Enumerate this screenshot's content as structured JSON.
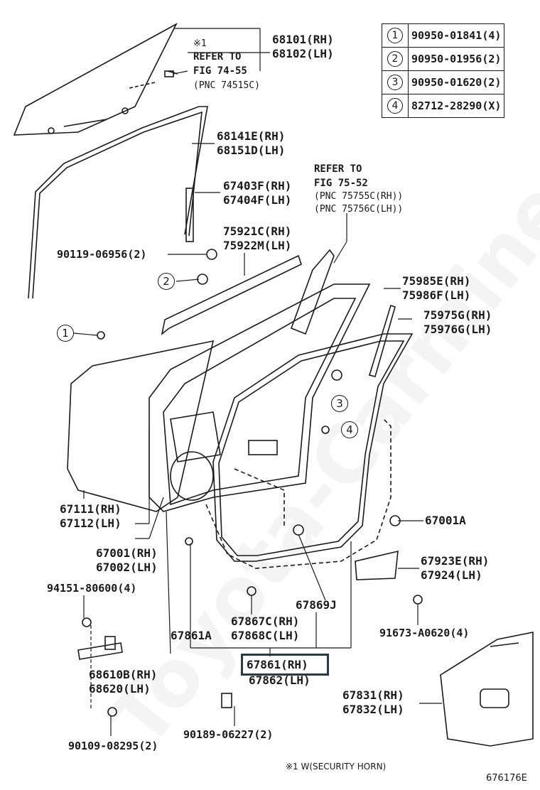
{
  "legend": [
    {
      "num": "1",
      "part": "90950-01841(4)"
    },
    {
      "num": "2",
      "part": "90950-01956(2)"
    },
    {
      "num": "3",
      "part": "90950-01620(2)"
    },
    {
      "num": "4",
      "part": "82712-28290(X)"
    }
  ],
  "labels": {
    "glass_rh": "68101(RH)",
    "glass_lh": "68102(LH)",
    "note_mark": "※1",
    "refer1_a": "REFER TO",
    "refer1_b": "FIG 74-55",
    "refer1_c": "(PNC 74515C)",
    "run_rh": "68141E(RH)",
    "run_lh": "68151D(LH)",
    "refer2_a": "REFER TO",
    "refer2_b": "FIG 75-52",
    "refer2_c": "(PNC 75755C(RH))",
    "refer2_d": "(PNC 75756C(LH))",
    "chan_rh": "67403F(RH)",
    "chan_lh": "67404F(LH)",
    "mold_rh": "75921C(RH)",
    "mold_lh": "75922M(LH)",
    "bolt_90119": "90119-06956(2)",
    "m75985": "75985E(RH)",
    "m75986": "75986F(LH)",
    "m75975": "75975G(RH)",
    "m75976": "75976G(LH)",
    "panel_rh": "67111(RH)",
    "panel_lh": "67112(LH)",
    "p67001a": "67001A",
    "door_rh": "67001(RH)",
    "door_lh": "67002(LH)",
    "p94151": "94151-80600(4)",
    "p67923": "67923E(RH)",
    "p67924": "67924(LH)",
    "p67869": "67869J",
    "p67867": "67867C(RH)",
    "p67868": "67868C(LH)",
    "p67861a": "67861A",
    "p67861": "67861(RH)",
    "p67862": "67862(LH)",
    "p91673": "91673-A0620(4)",
    "p68610": "68610B(RH)",
    "p68620": "68620(LH)",
    "p67831": "67831(RH)",
    "p67832": "67832(LH)",
    "p90109": "90109-08295(2)",
    "p90189": "90189-06227(2)",
    "footnote": "※1 W(SECURITY HORN)",
    "fig_id": "676176E"
  },
  "callouts": {
    "c1": "1",
    "c2": "2",
    "c3": "3",
    "c4": "4"
  },
  "watermark": "Toyota-Carmine.ru"
}
